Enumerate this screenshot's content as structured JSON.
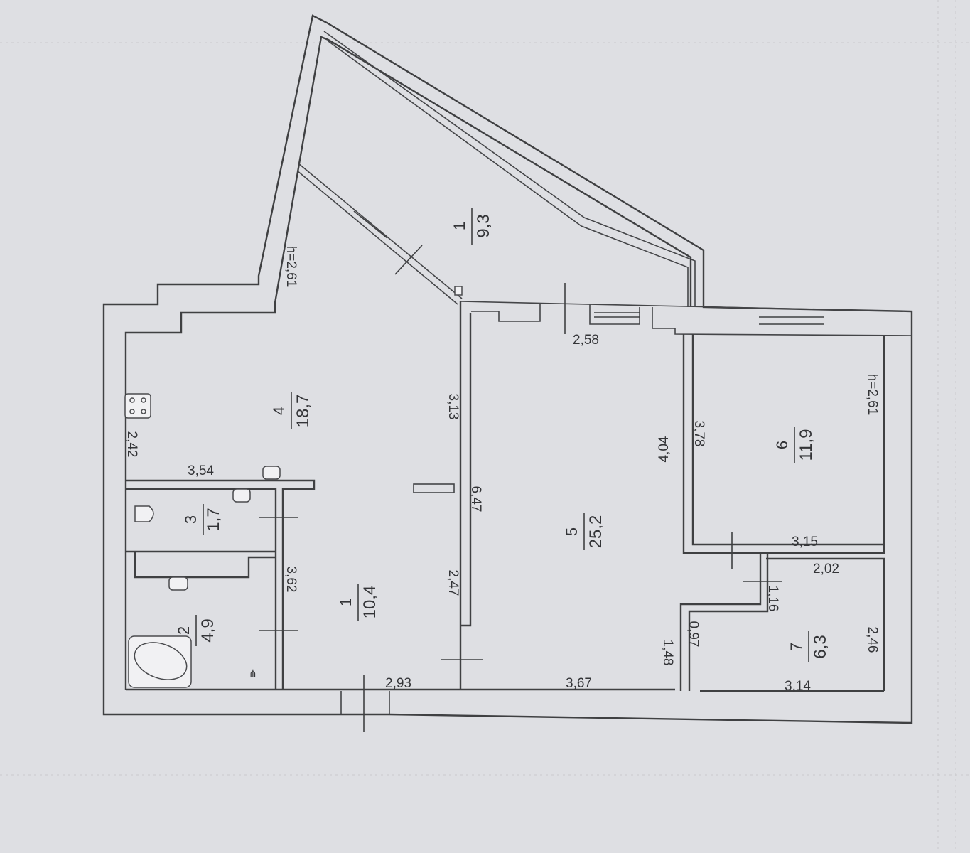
{
  "rooms": [
    {
      "number": "1",
      "area": "9,3"
    },
    {
      "number": "4",
      "area": "18,7"
    },
    {
      "number": "3",
      "area": "1,7"
    },
    {
      "number": "2",
      "area": "4,9"
    },
    {
      "number": "1",
      "area": "10,4"
    },
    {
      "number": "5",
      "area": "25,2"
    },
    {
      "number": "6",
      "area": "11,9"
    },
    {
      "number": "7",
      "area": "6,3"
    }
  ],
  "dimensions": {
    "h_left": "h=2,61",
    "h_right": "h=2,61",
    "d_258": "2,58",
    "d_313": "3,13",
    "d_647": "6,47",
    "d_247": "2,47",
    "d_242": "2,42",
    "d_354": "3,54",
    "d_362": "3,62",
    "d_293": "2,93",
    "d_367": "3,67",
    "d_378": "3,78",
    "d_404": "4,04",
    "d_315": "3,15",
    "d_202": "2,02",
    "d_116": "1,16",
    "d_097": "0,97",
    "d_148": "1,48",
    "d_246": "2,46",
    "d_314": "3,14"
  }
}
